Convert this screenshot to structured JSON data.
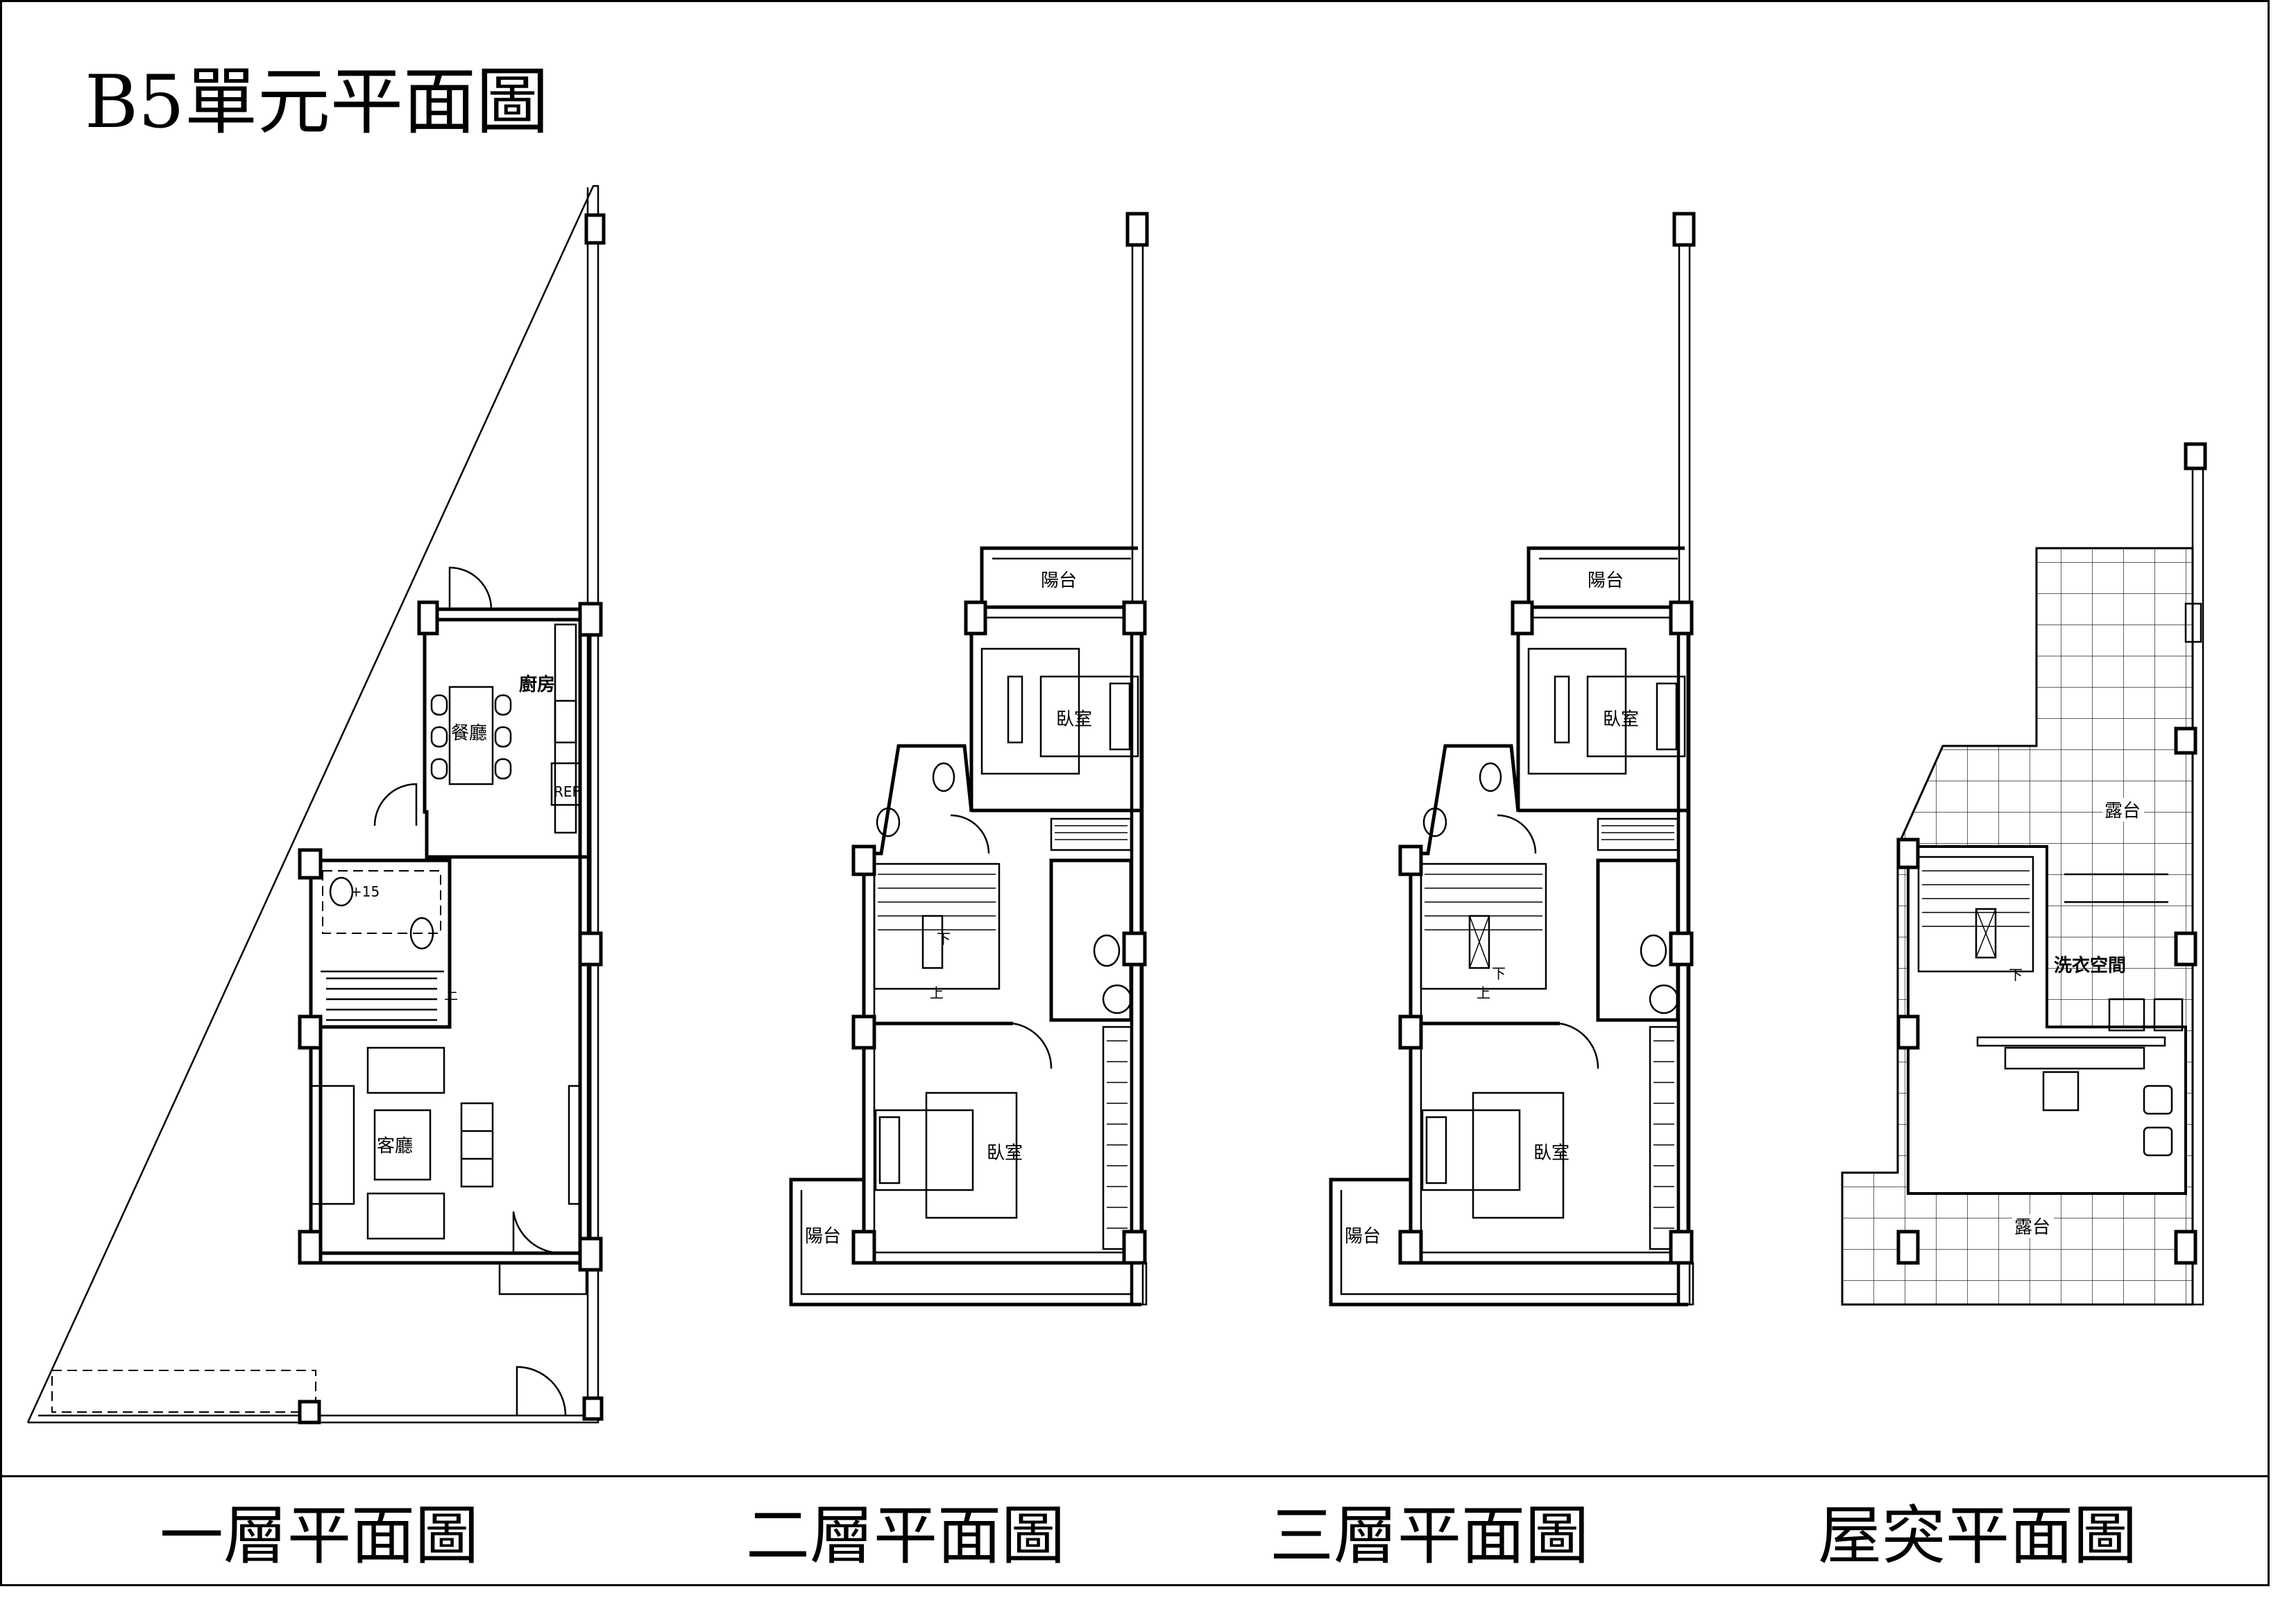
{
  "title": "B5單元平面圖",
  "floors": [
    {
      "label": "一層平面圖",
      "rooms": {
        "kitchen": "廚房",
        "dining": "餐廳",
        "living": "客廳",
        "ref": "REF",
        "level": "+15",
        "up": "上"
      }
    },
    {
      "label": "二層平面圖",
      "rooms": {
        "balcony_top": "陽台",
        "bedroom_top": "臥室",
        "bedroom_bottom": "臥室",
        "balcony_bottom": "陽台",
        "up": "上",
        "down": "下"
      }
    },
    {
      "label": "三層平面圖",
      "rooms": {
        "balcony_top": "陽台",
        "bedroom_top": "臥室",
        "bedroom_bottom": "臥室",
        "balcony_bottom": "陽台",
        "up": "上",
        "down": "下"
      }
    },
    {
      "label": "屋突平面圖",
      "rooms": {
        "terrace_top": "露台",
        "laundry": "洗衣空間",
        "terrace_bottom": "露台",
        "down": "下"
      }
    }
  ]
}
